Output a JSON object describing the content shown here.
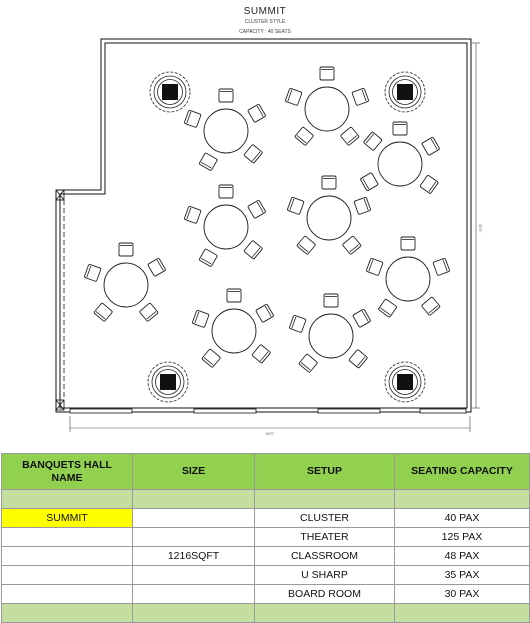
{
  "header": {
    "title": "SUMMIT",
    "subtitle": "CLUSTER STYLE",
    "capacity": "CAPACITY : 40 SEATS"
  },
  "plan": {
    "wall_color": "#111111",
    "furniture_color": "#222222",
    "dim_bottom": "50'0\"",
    "dim_right": "35'0\""
  },
  "table": {
    "header_color": "#92d050",
    "band_color": "#c4dea0",
    "highlight_color": "#ffff00",
    "columns": [
      "BANQUETS  HALL NAME",
      "SIZE",
      "SETUP",
      "SEATING CAPACITY"
    ],
    "rows": [
      [
        "SUMMIT",
        "",
        "CLUSTER",
        "40 PAX"
      ],
      [
        "",
        "",
        "THEATER",
        "125 PAX"
      ],
      [
        "",
        "1216SQFT",
        "CLASSROOM",
        "48 PAX"
      ],
      [
        "",
        "",
        "U SHARP",
        "35 PAX"
      ],
      [
        "",
        "",
        "BOARD ROOM",
        "30 PAX"
      ]
    ]
  }
}
